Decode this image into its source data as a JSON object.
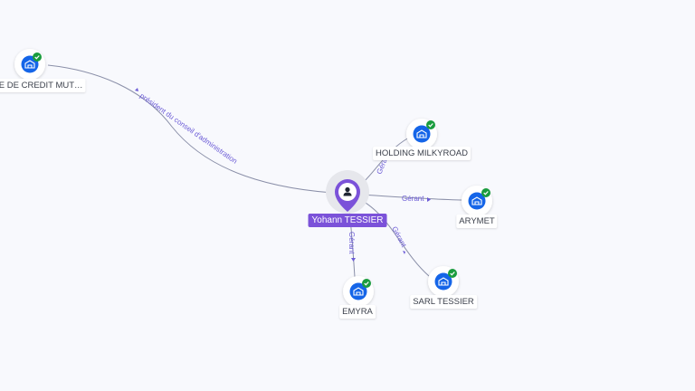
{
  "graph": {
    "center": {
      "name": "Yohann TESSIER",
      "icon": "person-icon"
    },
    "companies": [
      {
        "id": "caisse",
        "name": "SE DE CREDIT MUT…",
        "icon": "building-icon",
        "status": "verified"
      },
      {
        "id": "milkyroad",
        "name": "HOLDING MILKYROAD",
        "icon": "building-icon",
        "status": "verified"
      },
      {
        "id": "arymet",
        "name": "ARYMET",
        "icon": "building-icon",
        "status": "verified"
      },
      {
        "id": "tessier",
        "name": "SARL TESSIER",
        "icon": "building-icon",
        "status": "verified"
      },
      {
        "id": "emyra",
        "name": "EMYRA",
        "icon": "building-icon",
        "status": "verified"
      }
    ],
    "edges": [
      {
        "to": "caisse",
        "label": "président du conseil d'administration"
      },
      {
        "to": "milkyroad",
        "label": "Gérant"
      },
      {
        "to": "arymet",
        "label": "Gérant"
      },
      {
        "to": "tessier",
        "label": "Gérant"
      },
      {
        "to": "emyra",
        "label": "Gérant"
      }
    ],
    "colors": {
      "accent": "#7b52d9",
      "company_icon": "#1565e8",
      "check": "#1a9c3e",
      "edge": "#8a8fa8",
      "edge_label": "#6b5bd6"
    }
  }
}
